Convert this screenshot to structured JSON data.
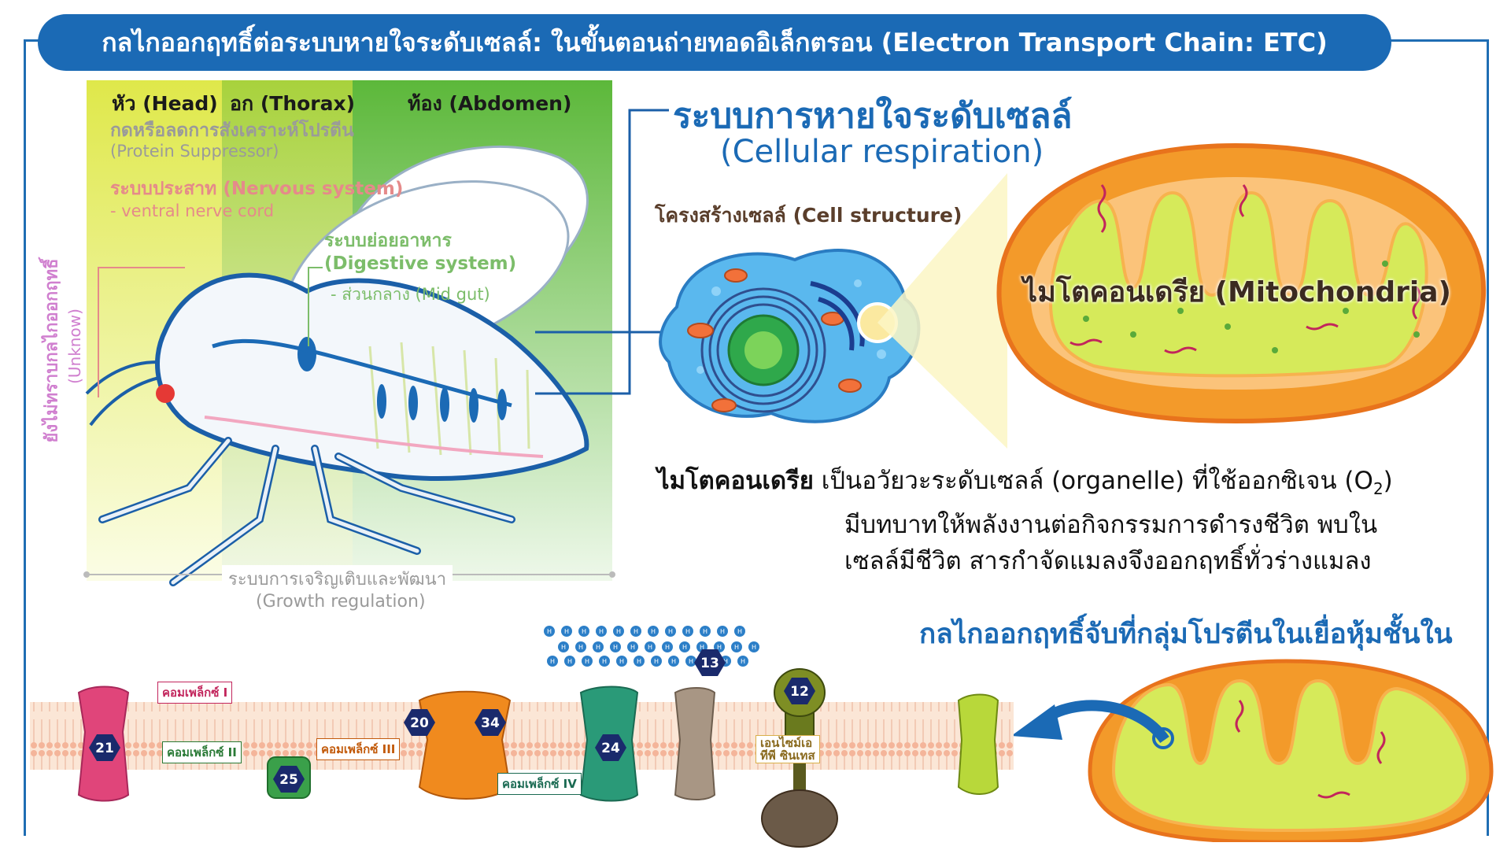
{
  "title": "กลไกออกฤทธิ์ต่อระบบหายใจระดับเซลล์: ในขั้นตอนถ่ายทอดอิเล็กตรอน (Electron Transport Chain: ETC)",
  "insect_panel": {
    "zones": [
      {
        "label": "หัว (Head)",
        "color": "#dfe84a"
      },
      {
        "label": "อก (Thorax)",
        "color": "#a8d23c"
      },
      {
        "label": "ท้อง (Abdomen)",
        "color": "#5cb83a"
      }
    ],
    "protein_suppressor": {
      "th": "กดหรือลดการสังเคราะห์โปรตีน",
      "en": "(Protein Suppressor)"
    },
    "nervous_system": {
      "th": "ระบบประสาท (Nervous system)",
      "detail": "- ventral nerve cord"
    },
    "digestive_system": {
      "th": "ระบบย่อยอาหาร",
      "en": "(Digestive system)",
      "detail": "- ส่วนกลาง (Mid gut)"
    },
    "unknown": {
      "th": "ยังไม่ทราบกลไกออกฤทธิ์",
      "en": "(Unknow)"
    },
    "growth": {
      "th": "ระบบการเจริญเติบและพัฒนา",
      "en": "(Growth regulation)"
    }
  },
  "respiration": {
    "th": "ระบบการหายใจระดับเซลล์",
    "en": "(Cellular respiration)"
  },
  "cell_structure": "โครงสร้างเซลล์ (Cell structure)",
  "mitochondria_label": "ไมโตคอนเดรีย (Mitochondria)",
  "description": {
    "bold": "ไมโตคอนเดรีย",
    "line1": " เป็นอวัยวะระดับเซลล์ (organelle) ที่ใช้ออกซิเจน (O",
    "sub": "2",
    "line1_end": ")",
    "line2": "มีบทบาทให้พลังงานต่อกิจกรรมการดำรงชีวิต พบใน",
    "line3": "เซลล์มีชีวิต สารกำจัดแมลงจึงออกฤทธิ์ทั่วร่างแมลง"
  },
  "inner_membrane_caption": "กลไกออกฤทธิ์จับที่กลุ่มโปรตีนในเยื่อหุ้มชั้นใน",
  "etc": {
    "proton": "H",
    "complexes": [
      {
        "tag": "คอมเพล็กซ์ I",
        "number": "21",
        "color": "#e0457a"
      },
      {
        "tag": "คอมเพล็กซ์ II",
        "number": "25",
        "color": "#3aa04a"
      },
      {
        "tag": "คอมเพล็กซ์ III",
        "numbers": [
          "20",
          "34"
        ],
        "color": "#f08a1e"
      },
      {
        "tag": "คอมเพล็กซ์ IV",
        "number": "24",
        "color": "#2a9a78"
      },
      {
        "tag": "เอนไซม์เอทีพี ซินเทส",
        "number": "12",
        "color": "#6a7a1e"
      }
    ],
    "proton_group_number": "13"
  },
  "colors": {
    "brand_blue": "#1b6ab5",
    "membrane": "#f4c7b0",
    "mito_outer": "#f39a2a",
    "mito_inner": "#d6ea5a"
  }
}
